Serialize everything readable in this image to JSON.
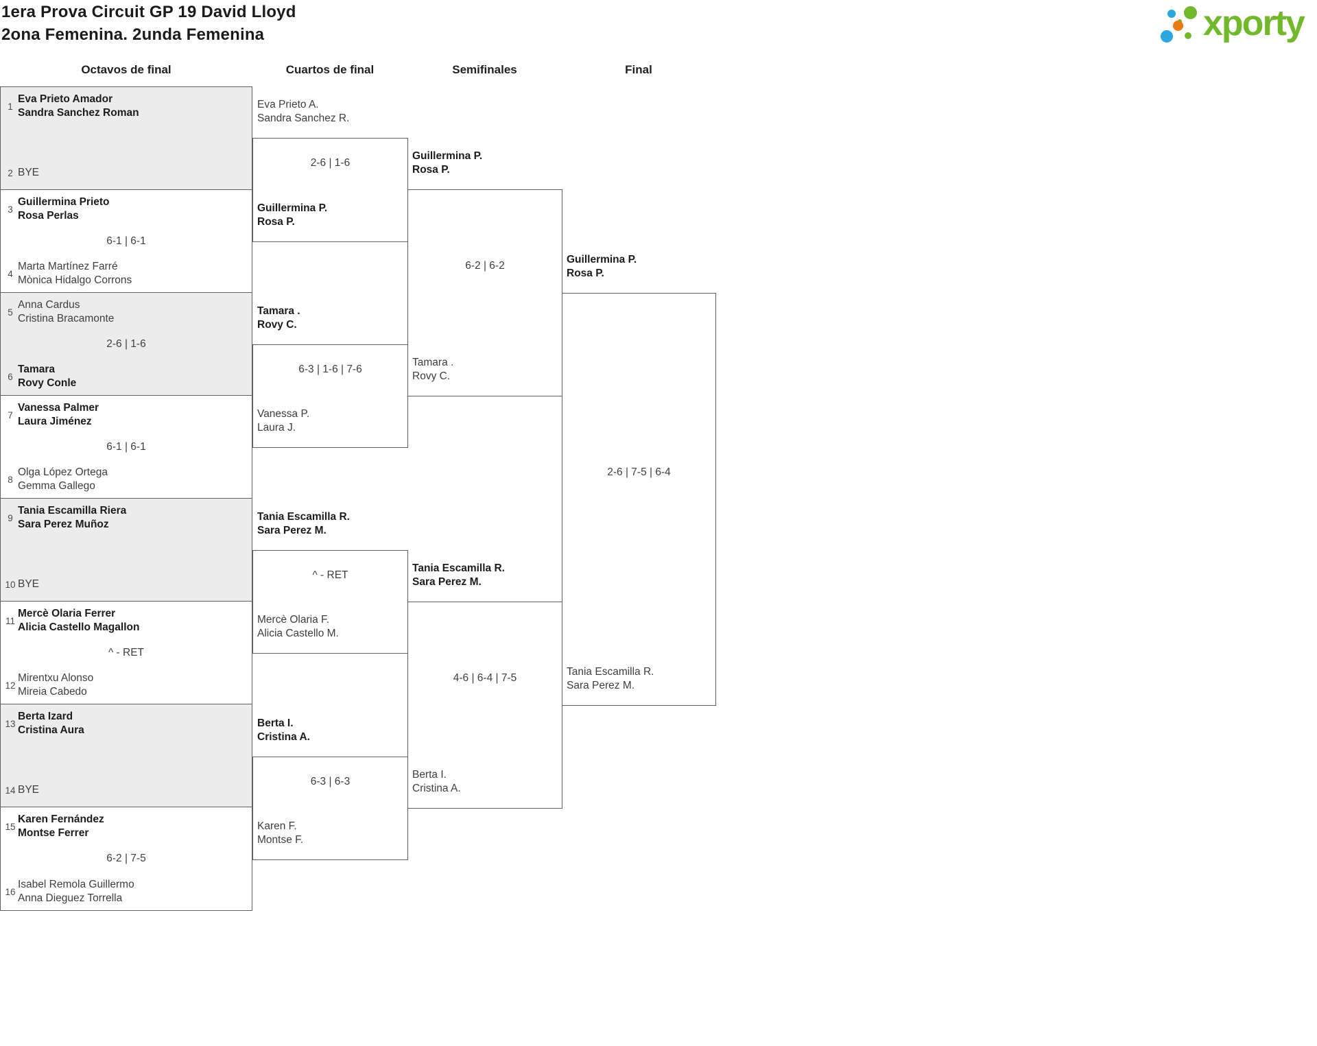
{
  "header": {
    "title_line1": "1era Prova Circuit GP 19 David Lloyd",
    "title_line2": "2ona Femenina. 2unda Femenina"
  },
  "logo": {
    "text": "xporty"
  },
  "colors": {
    "logo_green": "#72b82d",
    "logo_blue": "#2ba7e0",
    "logo_orange": "#e87c10",
    "box_gray": "#ececec",
    "border_gray": "#5f5f5f"
  },
  "round_labels": [
    "Octavos de final",
    "Cuartos de final",
    "Semifinales",
    "Final"
  ],
  "r1": [
    {
      "n1": "1",
      "t1a": "Eva Prieto Amador",
      "t1b": "Sandra Sanchez Roman",
      "w1": true,
      "n2": "2",
      "t2a": "BYE",
      "t2b": "",
      "bye2": true,
      "score": ""
    },
    {
      "n1": "3",
      "t1a": "Guillermina Prieto",
      "t1b": "Rosa Perlas",
      "w1": true,
      "n2": "4",
      "t2a": "Marta Martínez Farré",
      "t2b": "Mònica Hidalgo Corrons",
      "score": "6-1 | 6-1"
    },
    {
      "n1": "5",
      "t1a": "Anna Cardus",
      "t1b": "Cristina Bracamonte",
      "w2": true,
      "n2": "6",
      "t2a": "Tamara",
      "t2b": "Rovy Conle",
      "score": "2-6 | 1-6"
    },
    {
      "n1": "7",
      "t1a": "Vanessa Palmer",
      "t1b": "Laura Jiménez",
      "w1": true,
      "n2": "8",
      "t2a": "Olga López Ortega",
      "t2b": "Gemma Gallego",
      "score": "6-1 | 6-1"
    },
    {
      "n1": "9",
      "t1a": "Tania Escamilla Riera",
      "t1b": "Sara Perez Muñoz",
      "w1": true,
      "n2": "10",
      "t2a": "BYE",
      "t2b": "",
      "bye2": true,
      "score": ""
    },
    {
      "n1": "11",
      "t1a": "Mercè Olaria Ferrer",
      "t1b": "Alicia Castello Magallon",
      "w1": true,
      "n2": "12",
      "t2a": "Mirentxu Alonso",
      "t2b": "Mireia Cabedo",
      "score": "^ - RET"
    },
    {
      "n1": "13",
      "t1a": "Berta Izard",
      "t1b": "Cristina Aura",
      "w1": true,
      "n2": "14",
      "t2a": "BYE",
      "t2b": "",
      "bye2": true,
      "score": ""
    },
    {
      "n1": "15",
      "t1a": "Karen Fernández",
      "t1b": "Montse Ferrer",
      "w1": true,
      "n2": "16",
      "t2a": "Isabel Remola Guillermo",
      "t2b": "Anna Dieguez Torrella",
      "score": "6-2 | 7-5"
    }
  ],
  "r2": [
    {
      "t1a": "Eva Prieto A.",
      "t1b": "Sandra Sanchez R.",
      "t2a": "Guillermina P.",
      "t2b": "Rosa P.",
      "w2": true,
      "score": "2-6 | 1-6"
    },
    {
      "t1a": "Tamara .",
      "t1b": "Rovy C.",
      "w1": true,
      "t2a": "Vanessa P.",
      "t2b": "Laura J.",
      "score": "6-3 | 1-6 | 7-6"
    },
    {
      "t1a": "Tania Escamilla R.",
      "t1b": "Sara Perez M.",
      "w1": true,
      "t2a": "Mercè Olaria F.",
      "t2b": "Alicia Castello M.",
      "score": "^ - RET"
    },
    {
      "t1a": "Berta I.",
      "t1b": "Cristina A.",
      "w1": true,
      "t2a": "Karen F.",
      "t2b": "Montse F.",
      "score": "6-3 | 6-3"
    }
  ],
  "r3": [
    {
      "t1a": "Guillermina P.",
      "t1b": "Rosa P.",
      "w1": true,
      "t2a": "Tamara .",
      "t2b": "Rovy C.",
      "score": "6-2 | 6-2"
    },
    {
      "t1a": "Tania Escamilla R.",
      "t1b": "Sara Perez M.",
      "w1": true,
      "t2a": "Berta I.",
      "t2b": "Cristina A.",
      "score": "4-6 | 6-4 | 7-5"
    }
  ],
  "r4": {
    "t1a": "Guillermina P.",
    "t1b": "Rosa P.",
    "w1": true,
    "t2a": "Tania Escamilla R.",
    "t2b": "Sara Perez M.",
    "score": "2-6 | 7-5 | 6-4"
  }
}
